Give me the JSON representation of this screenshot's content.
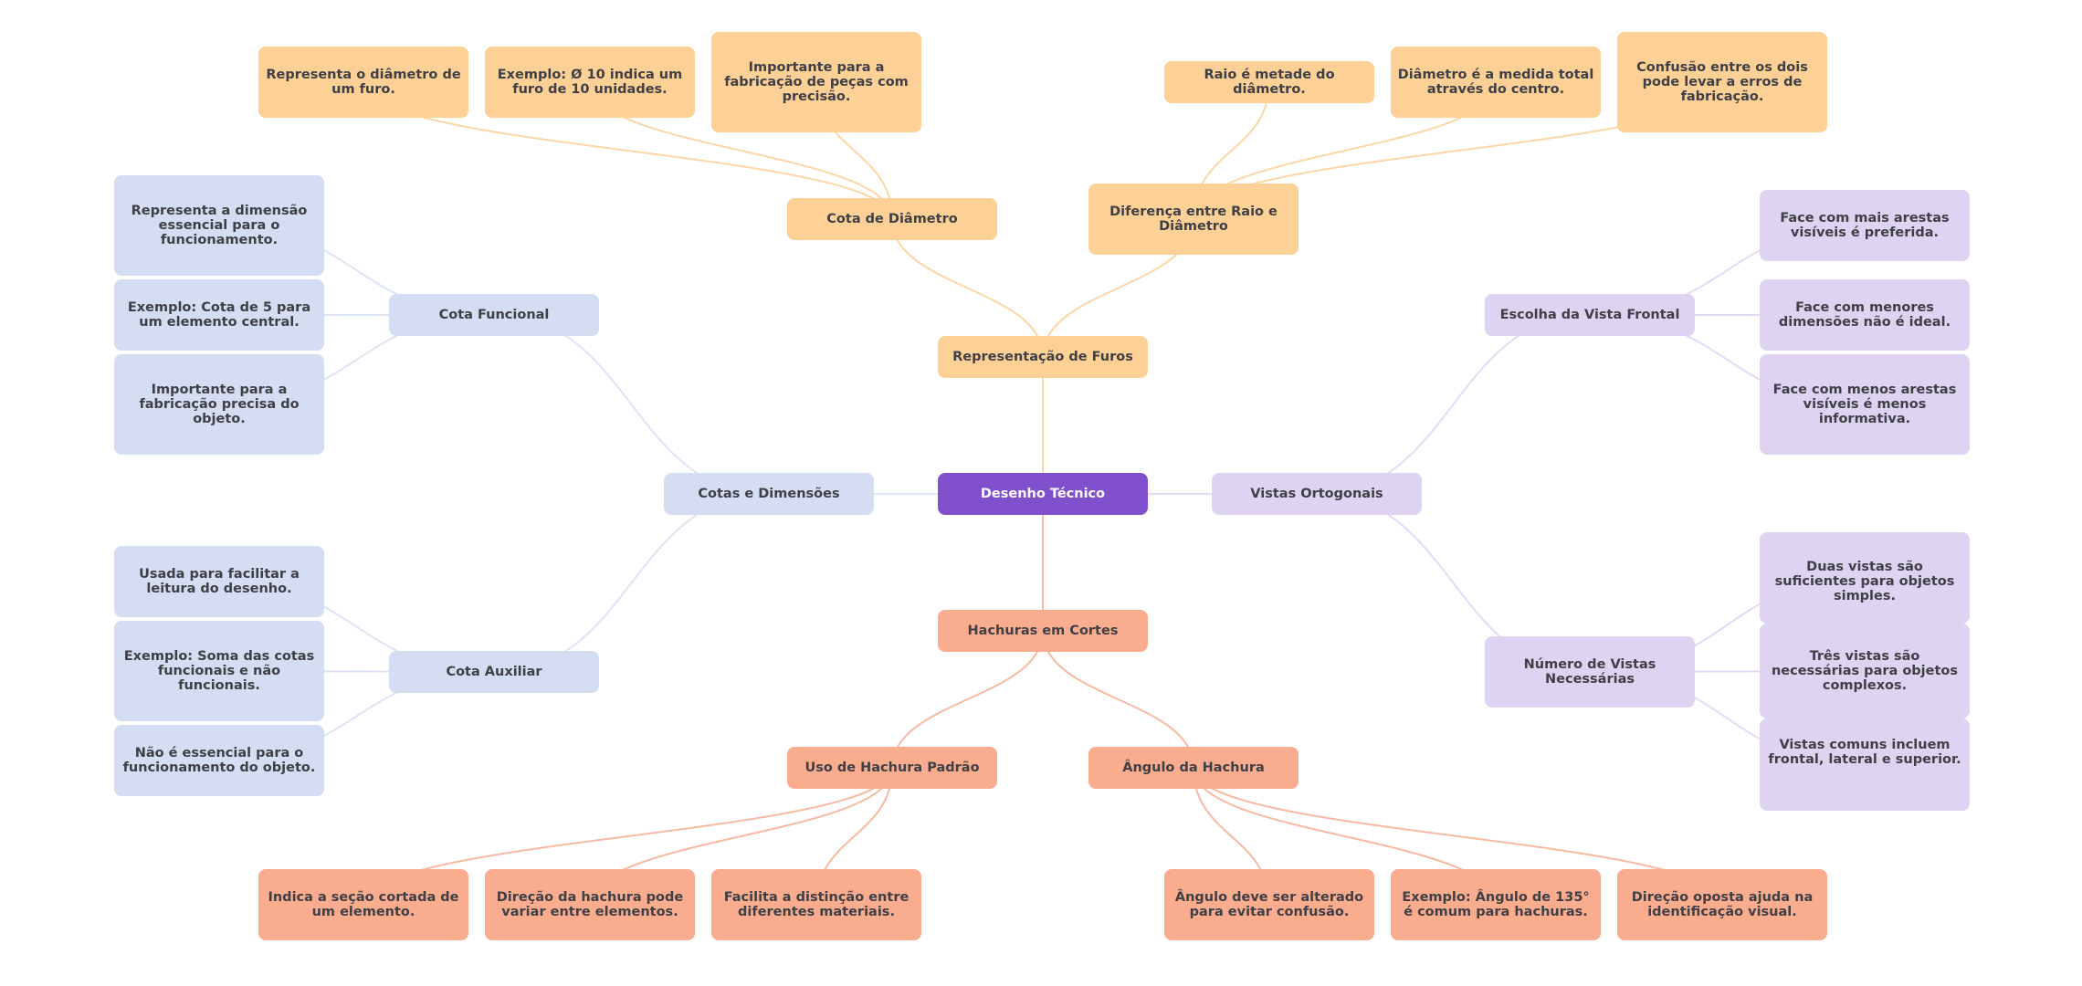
{
  "title": "Desenho Técnico",
  "colors": {
    "root": "#7f4fcc",
    "furos": "#fdd196",
    "cotas": "#d4ddf2",
    "vistas": "#ded4f2",
    "hachuras": "#f9ad8e"
  },
  "mindmap": {
    "root": "Desenho Técnico",
    "branches": {
      "furos": {
        "label": "Representação de Furos",
        "cota_diametro": {
          "label": "Cota de Diâmetro",
          "leaves": [
            "Representa o diâmetro de um furo.",
            "Exemplo: Ø 10 indica um furo de 10 unidades.",
            "Importante para a fabricação de peças com precisão."
          ]
        },
        "raio_diametro": {
          "label": "Diferença entre Raio e Diâmetro",
          "leaves": [
            "Raio é metade do diâmetro.",
            "Diâmetro é a medida total através do centro.",
            "Confusão entre os dois pode levar a erros de fabricação."
          ]
        }
      },
      "cotas": {
        "label": "Cotas e Dimensões",
        "funcional": {
          "label": "Cota Funcional",
          "leaves": [
            "Representa a dimensão essencial para o funcionamento.",
            "Exemplo: Cota de 5 para um elemento central.",
            "Importante para a fabricação precisa do objeto."
          ]
        },
        "auxiliar": {
          "label": "Cota Auxiliar",
          "leaves": [
            "Usada para facilitar a leitura do desenho.",
            "Exemplo: Soma das cotas funcionais e não funcionais.",
            "Não é essencial para o funcionamento do objeto."
          ]
        }
      },
      "vistas": {
        "label": "Vistas Ortogonais",
        "frontal": {
          "label": "Escolha da Vista Frontal",
          "leaves": [
            "Face com mais arestas visíveis é preferida.",
            "Face com menores dimensões não é ideal.",
            "Face com menos arestas visíveis é menos informativa."
          ]
        },
        "numero": {
          "label": "Número de Vistas Necessárias",
          "leaves": [
            "Duas vistas são suficientes para objetos simples.",
            "Três vistas são necessárias para objetos complexos.",
            "Vistas comuns incluem frontal, lateral e superior."
          ]
        }
      },
      "hachuras": {
        "label": "Hachuras em Cortes",
        "padrao": {
          "label": "Uso de Hachura Padrão",
          "leaves": [
            "Indica a seção cortada de um elemento.",
            "Direção da hachura pode variar entre elementos.",
            "Facilita a distinção entre diferentes materiais."
          ]
        },
        "angulo": {
          "label": "Ângulo da Hachura",
          "leaves": [
            "Ângulo deve ser alterado para evitar confusão.",
            "Exemplo: Ângulo de 135° é comum para hachuras.",
            "Direção oposta ajuda na identificação visual."
          ]
        }
      }
    }
  }
}
